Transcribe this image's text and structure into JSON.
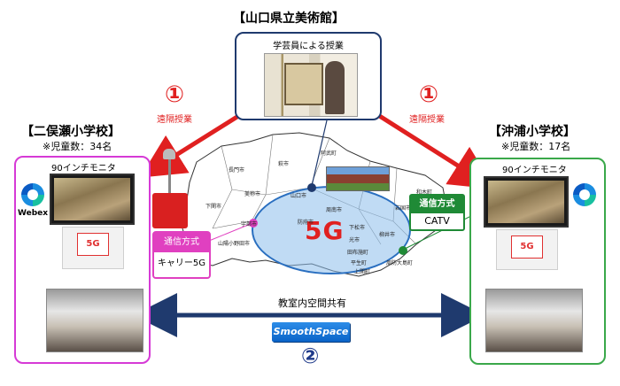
{
  "museum": {
    "title": "【山口県立美術館】",
    "caption": "学芸員による授業"
  },
  "left_school": {
    "title": "【二俣瀬小学校】",
    "count": "※児童数：34名",
    "monitor_label": "90インチモニタ",
    "webex_label": "Webex",
    "badge": "5G"
  },
  "right_school": {
    "title": "【沖浦小学校】",
    "count": "※児童数：17名",
    "monitor_label": "90インチモニタ",
    "badge": "5G"
  },
  "remote": {
    "number": "①",
    "label": "遠隔授業"
  },
  "comm_left": {
    "head": "通信方式",
    "value": "キャリー5G"
  },
  "comm_right": {
    "head": "通信方式",
    "value": "CATV"
  },
  "network": {
    "label": "5G"
  },
  "share": {
    "label": "教室内空間共有",
    "logo": "SmoothSpace 2",
    "number": "②"
  },
  "map_cities": [
    "萩市",
    "長門市",
    "美祢市",
    "下関市",
    "山陽小野田市",
    "宇部市",
    "山口市",
    "防府市",
    "周南市",
    "下松市",
    "光市",
    "岩国市",
    "柳井市",
    "平生町",
    "田布施町",
    "周防大島町",
    "阿武町",
    "上関町",
    "和木町"
  ],
  "colors": {
    "left": "#d63ad6",
    "right": "#3aa84a",
    "arrow_red": "#e02020",
    "arrow_blue": "#1f3a6e"
  },
  "icons": [
    "webex-icon",
    "5g-router-icon",
    "smoothspace-logo"
  ]
}
